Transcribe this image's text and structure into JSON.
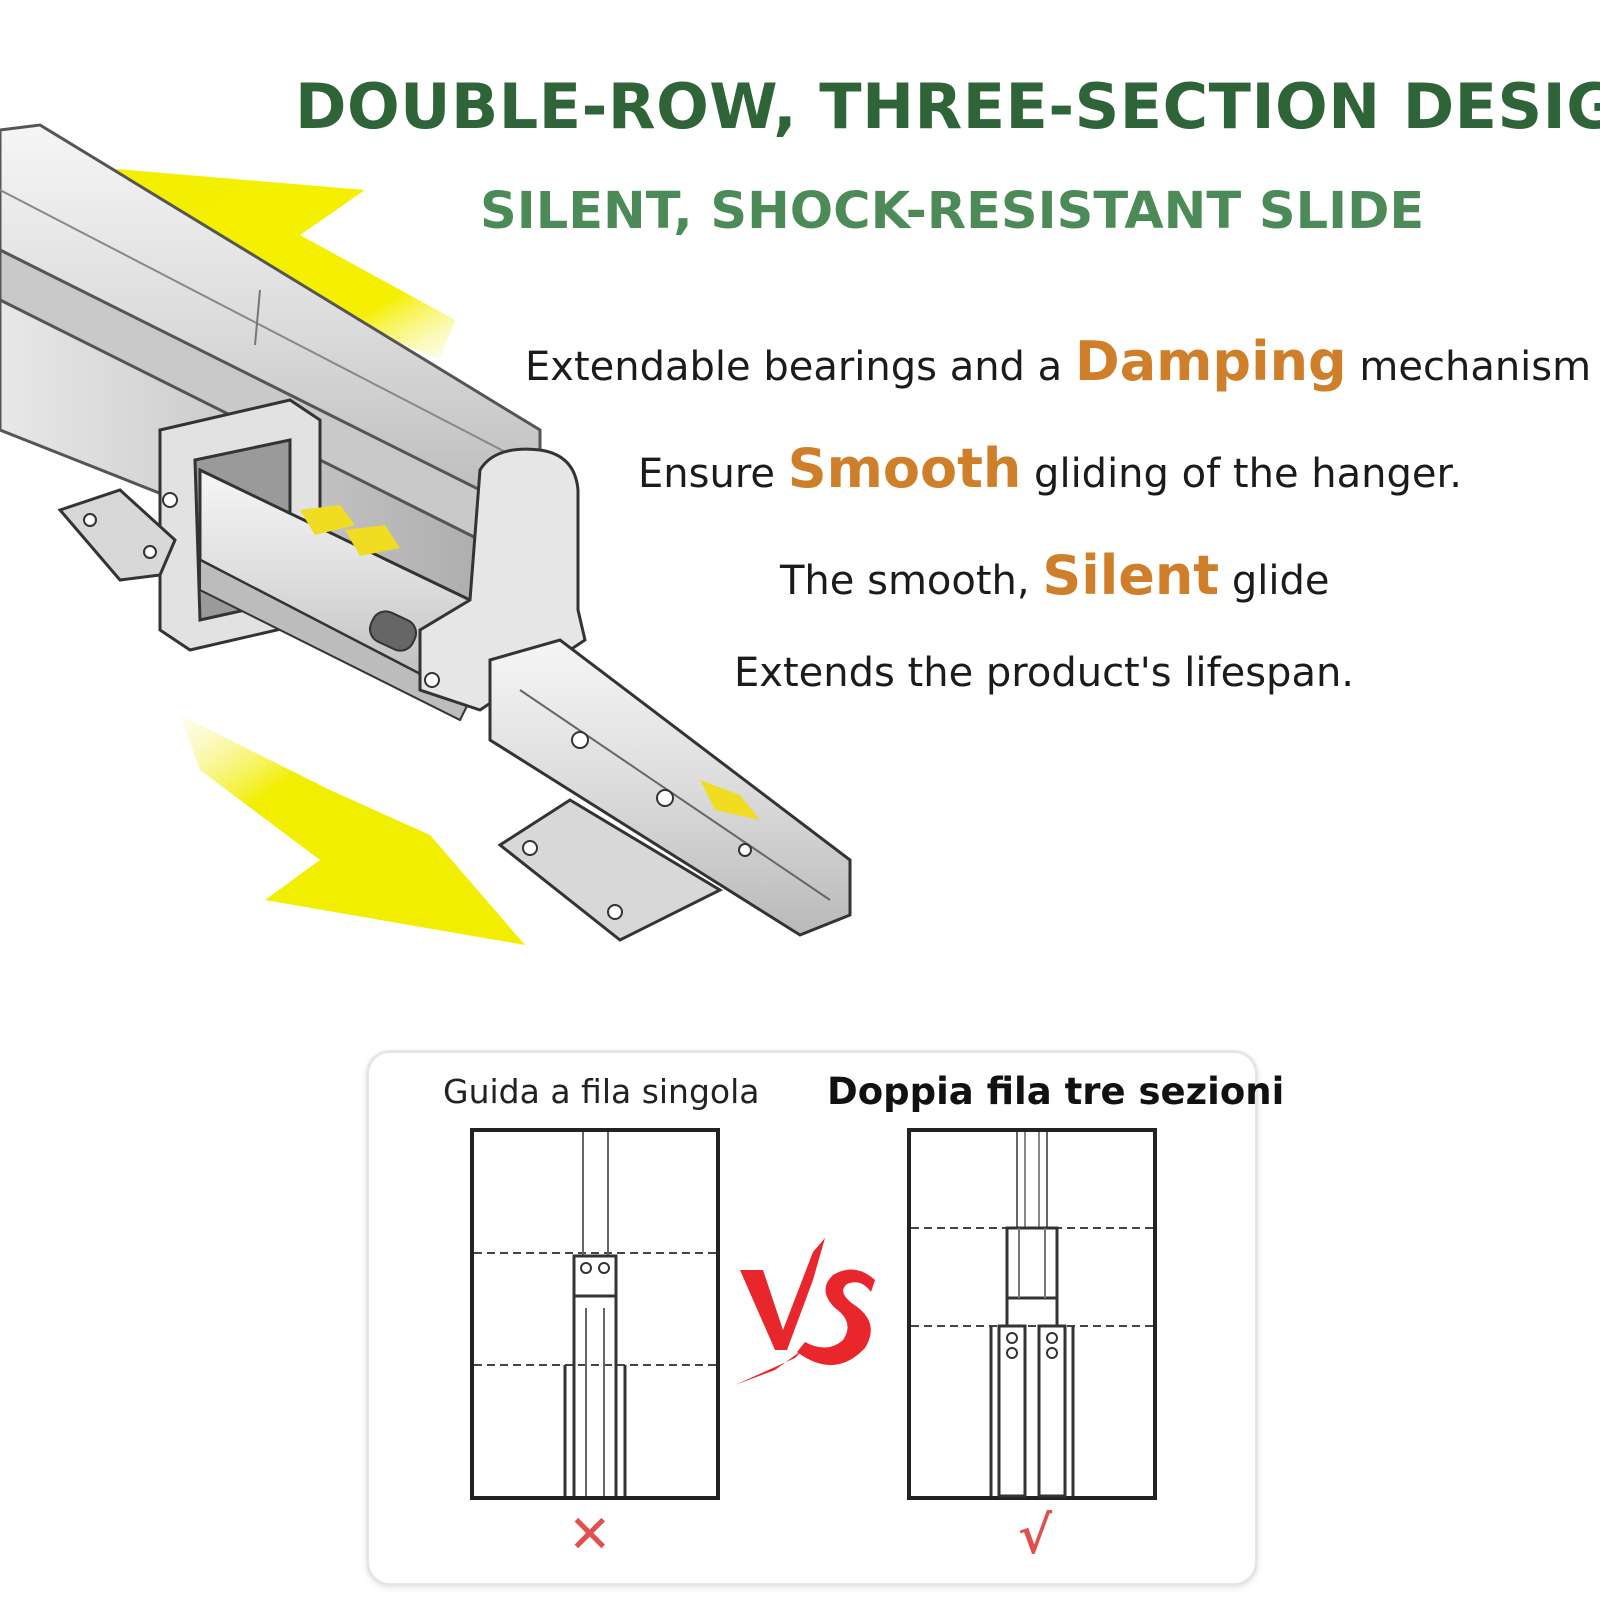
{
  "header": {
    "title": "DOUBLE-ROW, THREE-SECTION DESIGN",
    "subtitle": "SILENT, SHOCK-RESISTANT SLIDE"
  },
  "features": {
    "line1": {
      "before": "Extendable bearings and a ",
      "highlight": "Damping",
      "after": " mechanism"
    },
    "line2": {
      "before": "Ensure ",
      "highlight": "Smooth",
      "after": " gliding of the hanger."
    },
    "line3": {
      "before": "The smooth, ",
      "highlight": "Silent",
      "after": " glide"
    },
    "line4": {
      "text": "Extends the product's lifespan."
    }
  },
  "comparison": {
    "left_label": "Guida a fila singola",
    "right_label": "Doppia fila tre sezioni",
    "vs_text": "VS",
    "left_mark": "✕",
    "right_mark": "√"
  },
  "colors": {
    "title": "#2f6338",
    "subtitle": "#4c8b57",
    "highlight": "#cf7e2a",
    "arrow": "#f2ee00",
    "vs": "#e8262b",
    "mark": "#e0504d"
  },
  "icons": {
    "top_arrow": "arrow-left-icon",
    "bottom_arrow": "arrow-right-icon",
    "rail": "drawer-slide-rail-illustration"
  }
}
